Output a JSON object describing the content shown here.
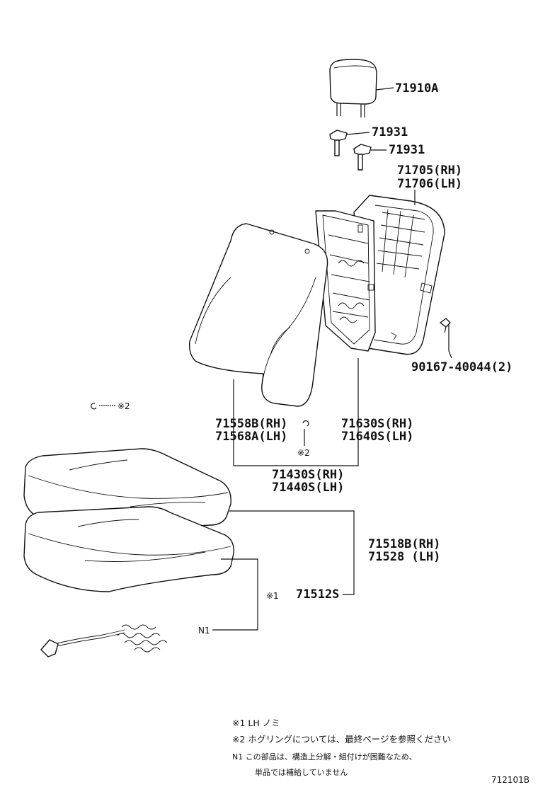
{
  "labels": {
    "headrest": "71910A",
    "support1": "71931",
    "support2": "71931",
    "frame_rh": "71705(RH)",
    "frame_lh": "71706(LH)",
    "screw": "90167-40044(2)",
    "back_cover_rh": "71558B(RH)",
    "back_cover_lh": "71568A(LH)",
    "back_pad_rh": "71630S(RH)",
    "back_pad_lh": "71640S(LH)",
    "back_assy_rh": "71430S(RH)",
    "back_assy_lh": "71440S(LH)",
    "hogring_mark_left": "※2",
    "hogring_mark_mid": "※2",
    "cushion_rh": "71518B(RH)",
    "cushion_lh": "71528  (LH)",
    "cushion_pad": "71512S",
    "cushion_pad_mark": "※1",
    "harness": "N1"
  },
  "notes": {
    "note1": "※1 LH  ノミ",
    "note2": "※2  ホグリングについては、最終ページを参照ください",
    "note3_line1": "N1  この部品は、構造上分解・組付けが困難なため、",
    "note3_line2": "単品では補給していません"
  },
  "figure_id": "712101B"
}
